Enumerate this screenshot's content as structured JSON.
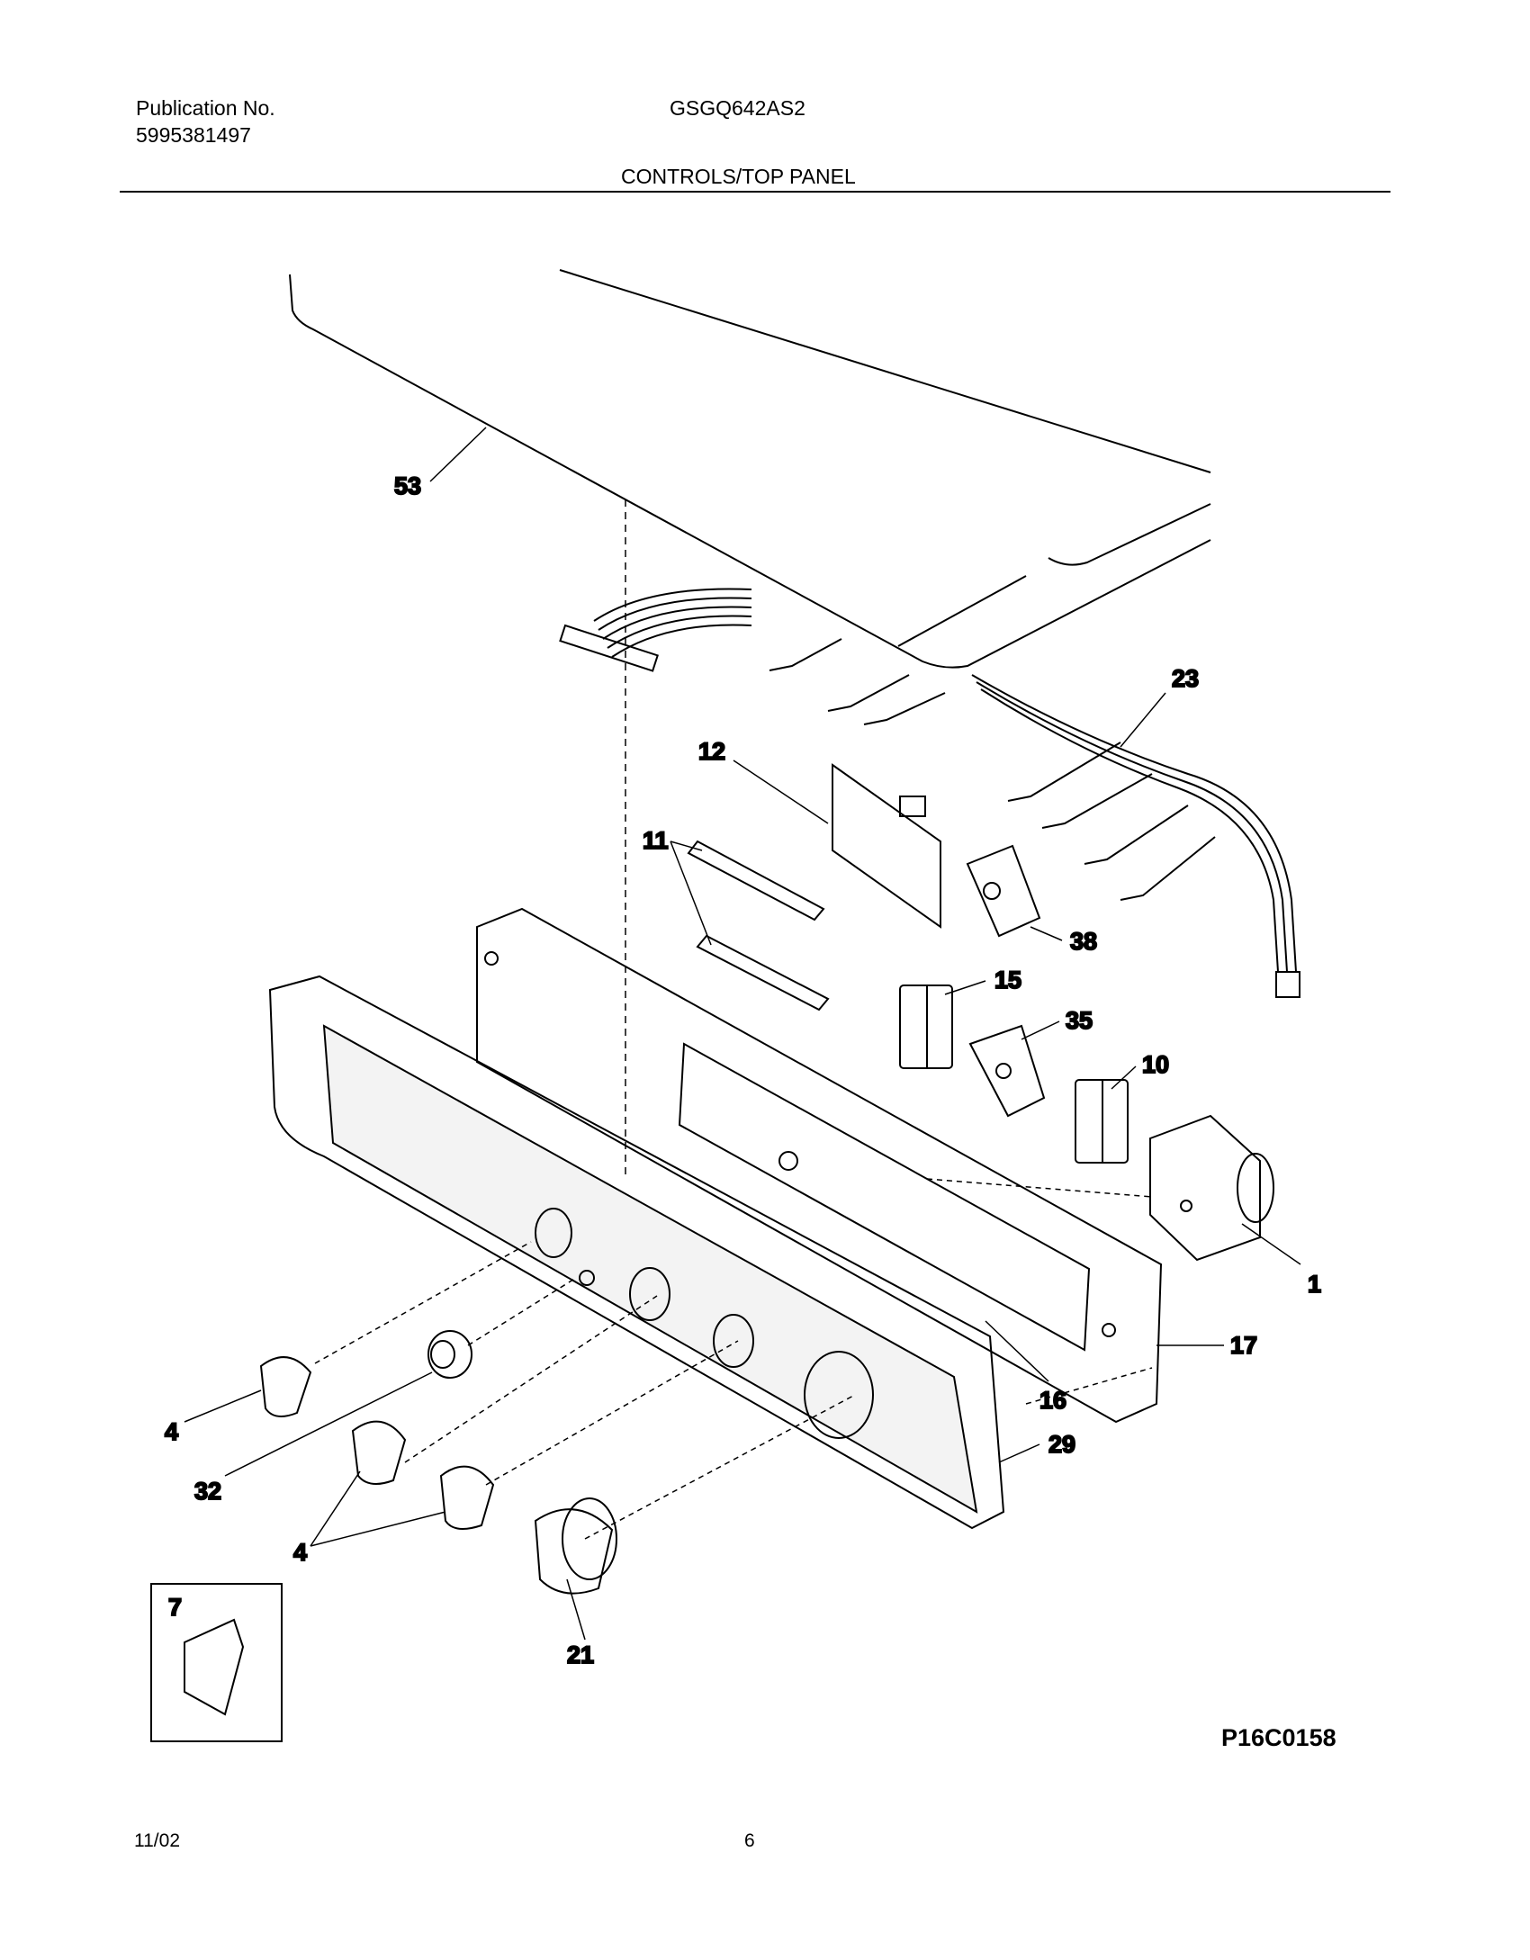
{
  "header": {
    "publication_label": "Publication No.",
    "publication_number": "5995381497",
    "model": "GSGQ642AS2",
    "section_title": "CONTROLS/TOP PANEL"
  },
  "callouts": {
    "c53": "53",
    "c23": "23",
    "c12": "12",
    "c11": "11",
    "c38": "38",
    "c15": "15",
    "c35": "35",
    "c10": "10",
    "c1": "1",
    "c17": "17",
    "c16": "16",
    "c29": "29",
    "c4a": "4",
    "c32": "32",
    "c4b": "4",
    "c21": "21",
    "c7": "7"
  },
  "footer": {
    "diagram_id": "P16C0158",
    "date": "11/02",
    "page": "6"
  }
}
